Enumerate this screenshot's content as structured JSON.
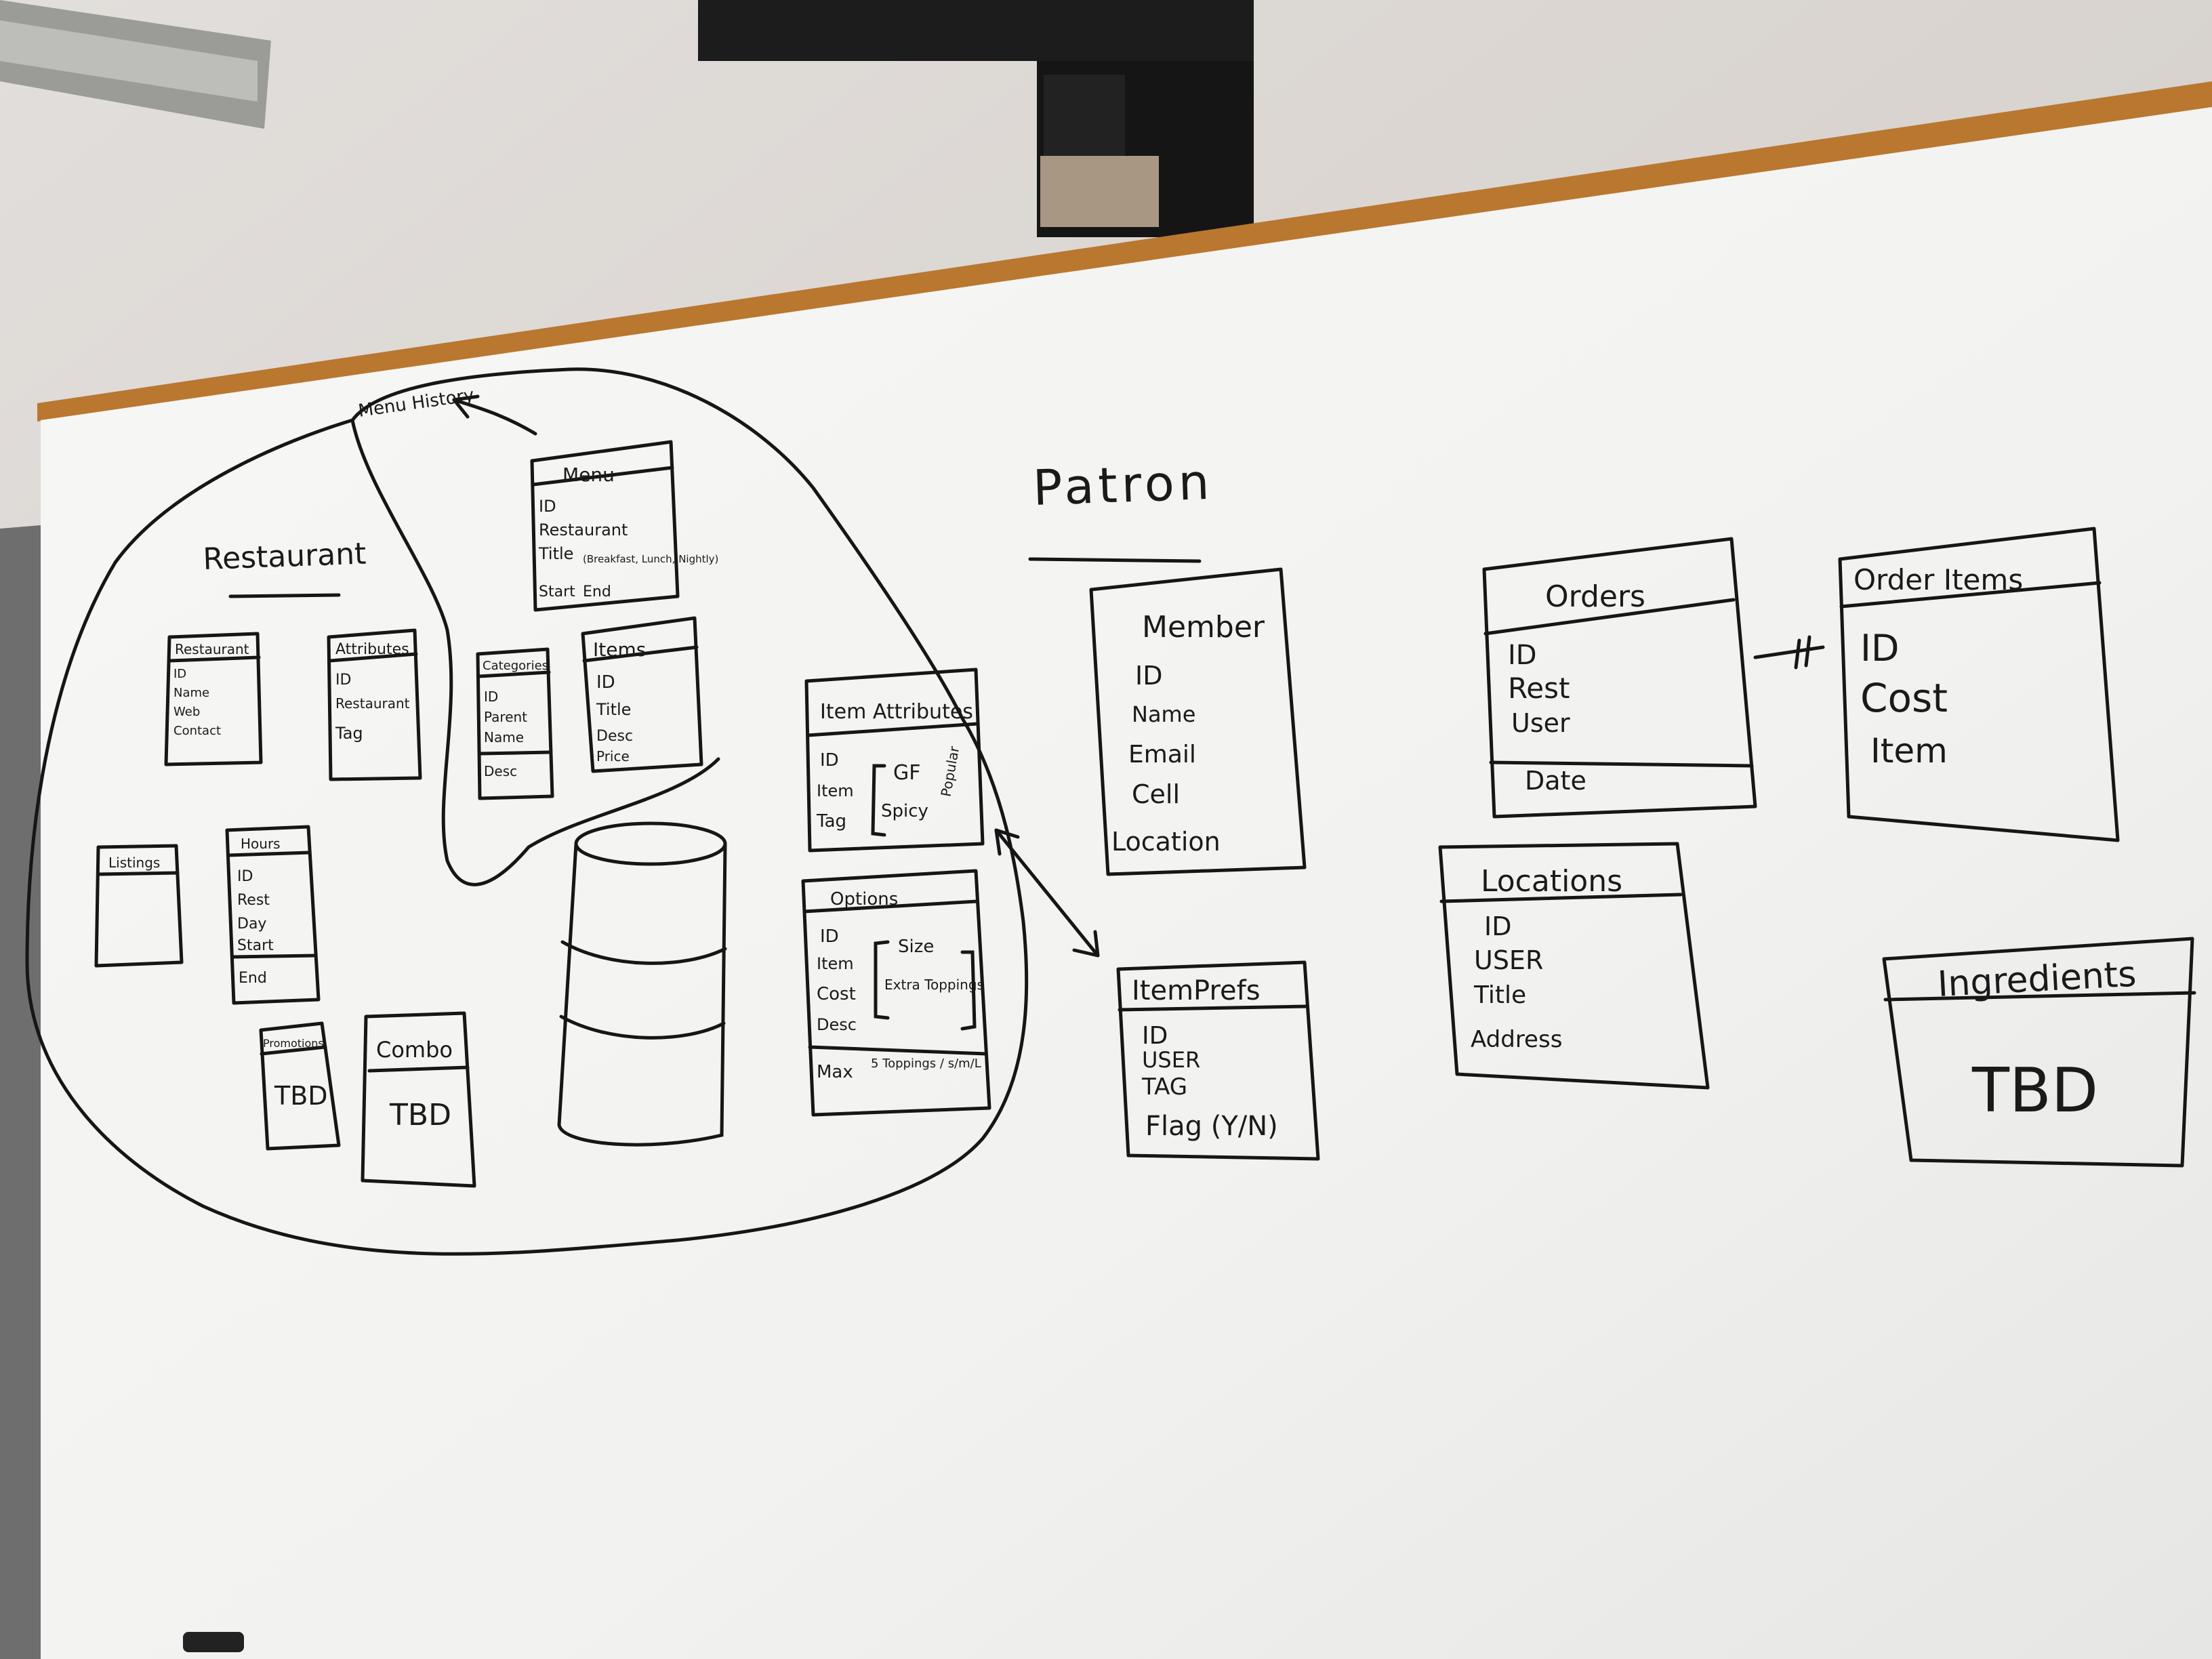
{
  "headings": {
    "restaurant": "Restaurant",
    "patron": "Patron",
    "menu_history": "Menu History"
  },
  "tables": {
    "menu": {
      "title": "Menu",
      "fields": [
        "ID",
        "Restaurant",
        "Title",
        "Start",
        "End"
      ],
      "title_note": "(Breakfast, Lunch, Nightly)"
    },
    "restaurant": {
      "title": "Restaurant",
      "fields": [
        "ID",
        "Name",
        "Web",
        "Contact"
      ]
    },
    "attributes": {
      "title": "Attributes",
      "fields": [
        "ID",
        "Restaurant",
        "Tag"
      ]
    },
    "categories": {
      "title": "Categories",
      "fields": [
        "ID",
        "Parent",
        "Name"
      ],
      "footer": "Desc"
    },
    "items": {
      "title": "Items",
      "fields": [
        "ID",
        "Title",
        "Desc",
        "Price"
      ]
    },
    "item_attributes": {
      "title": "Item Attributes",
      "fields": [
        "ID",
        "Item",
        "Tag"
      ],
      "tags": [
        "GF",
        "Spicy",
        "Popular"
      ]
    },
    "options": {
      "title": "Options",
      "fields": [
        "ID",
        "Item",
        "Cost",
        "Desc"
      ],
      "choices": [
        "Size",
        "Extra Toppings"
      ],
      "footer_left": "Max",
      "footer_right": "5 Toppings / s/m/L"
    },
    "listings": {
      "title": "Listings"
    },
    "hours": {
      "title": "Hours",
      "fields": [
        "ID",
        "Rest",
        "Day",
        "Start"
      ],
      "footer": "End"
    },
    "promotions": {
      "title": "Promotions",
      "body": "TBD"
    },
    "combo": {
      "title": "Combo",
      "body": "TBD"
    },
    "member": {
      "title": "Member",
      "fields": [
        "ID",
        "Name",
        "Email",
        "Cell",
        "Location"
      ]
    },
    "item_prefs": {
      "title": "ItemPrefs",
      "fields": [
        "ID",
        "USER",
        "TAG",
        "Flag (Y/N)"
      ]
    },
    "orders": {
      "title": "Orders",
      "fields": [
        "ID",
        "Rest",
        "User"
      ],
      "footer": "Date"
    },
    "order_items": {
      "title": "Order Items",
      "fields": [
        "ID",
        "Cost",
        "Item"
      ]
    },
    "locations": {
      "title": "Locations",
      "fields": [
        "ID",
        "USER",
        "Title",
        "Address"
      ]
    },
    "ingredients": {
      "title": "Ingredients",
      "body": "TBD"
    }
  },
  "colors": {
    "wall": "#d9d4cf",
    "board": "#f4f4f2",
    "marker": "#161616",
    "tray": "#b9772f",
    "projector": "#1c1c1c"
  }
}
